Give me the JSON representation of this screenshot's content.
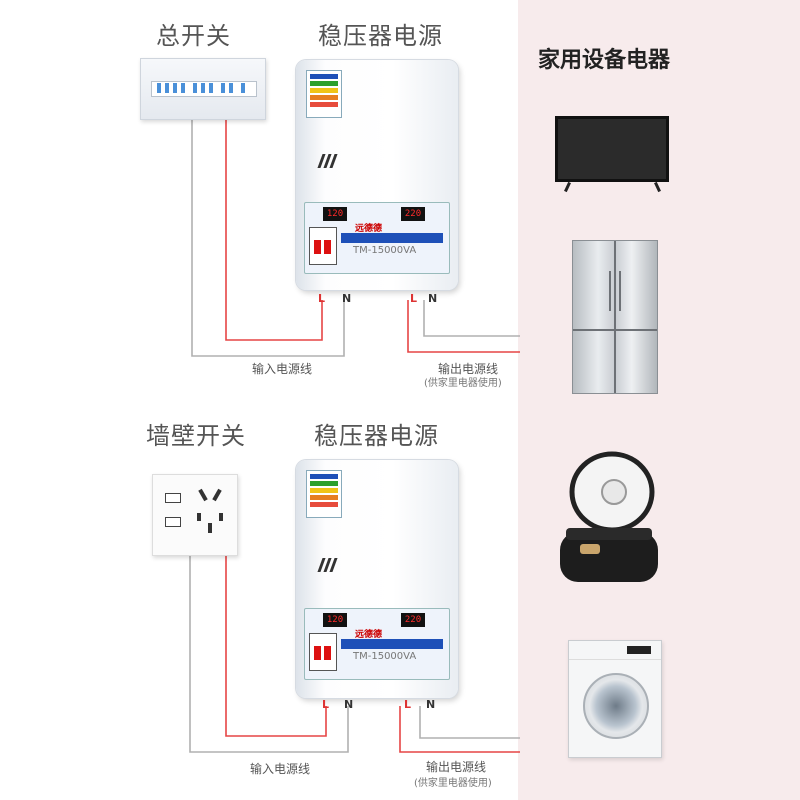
{
  "right_panel": {
    "title": "家用设备电器"
  },
  "top": {
    "switch_label": "总开关",
    "regulator_label": "稳压器电源",
    "input_cable": "输入电源线",
    "output_cable": "输出电源线",
    "output_note": "(供家里电器使用)"
  },
  "bottom": {
    "switch_label": "墙壁开关",
    "regulator_label": "稳压器电源",
    "input_cable": "输入电源线",
    "output_cable": "输出电源线",
    "output_note": "(供家里电器使用)"
  },
  "regulator": {
    "brand": "远德德",
    "model": "TM-15000VA",
    "input_display": "120",
    "output_display": "220"
  },
  "terminals": {
    "live": "L",
    "neutral": "N"
  },
  "appliances": [
    "tv-icon",
    "refrigerator-icon",
    "rice-cooker-icon",
    "washing-machine-icon"
  ],
  "colors": {
    "live_wire": "#e64545",
    "neutral_wire": "#b0b0b0",
    "panel_bg": "#f7ebec"
  }
}
